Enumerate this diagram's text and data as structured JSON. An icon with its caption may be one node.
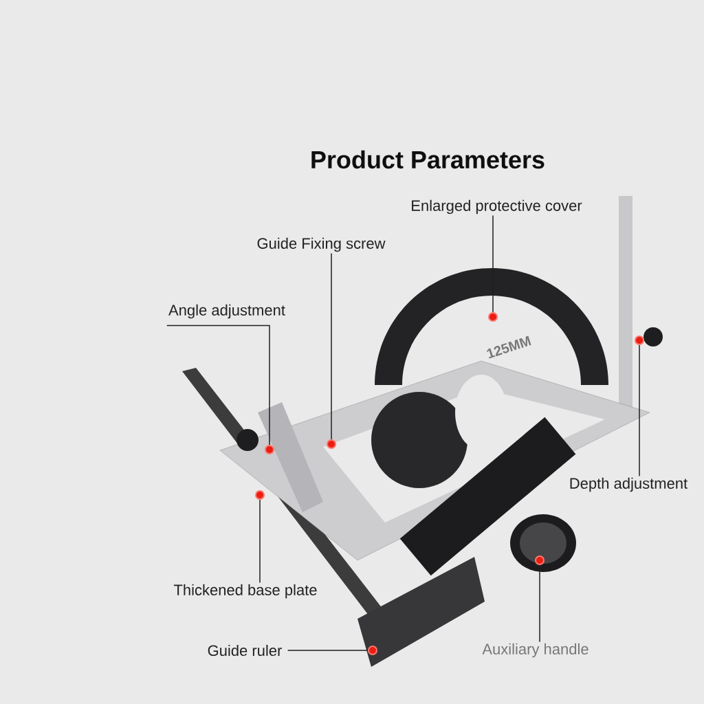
{
  "diagram": {
    "title": "Product Parameters",
    "nodes": [
      {
        "text": [
          "Enlarged protective cover"
        ]
      },
      {
        "text": [
          "Guide Fixing screw"
        ]
      },
      {
        "text": [
          "Angle adjustment"
        ]
      },
      {
        "text": [
          "Depth adjustment"
        ]
      },
      {
        "text": [
          "Thickened base plate"
        ]
      },
      {
        "text": [
          "Guide ruler"
        ]
      },
      {
        "text": [
          "Auxiliary handle"
        ]
      },
      {
        "text": [],
        "shape": "circle"
      },
      {
        "text": [],
        "shape": "circle"
      },
      {
        "text": [],
        "shape": "circle"
      },
      {
        "text": [],
        "shape": "circle"
      },
      {
        "text": [],
        "shape": "circle"
      },
      {
        "text": [],
        "shape": "circle"
      },
      {
        "text": [],
        "shape": "circle"
      }
    ],
    "edges": [
      {
        "from": 0,
        "to": 7,
        "arrow": "none"
      },
      {
        "from": 1,
        "to": 8,
        "arrow": "none"
      },
      {
        "from": 2,
        "to": 9,
        "arrow": "none"
      },
      {
        "from": 3,
        "to": 10,
        "arrow": "none"
      },
      {
        "from": 4,
        "to": 11,
        "arrow": "none"
      },
      {
        "from": 5,
        "to": 12,
        "arrow": "none"
      },
      {
        "from": 6,
        "to": 13,
        "arrow": "none"
      }
    ],
    "labels": [
      "125MM"
    ]
  }
}
